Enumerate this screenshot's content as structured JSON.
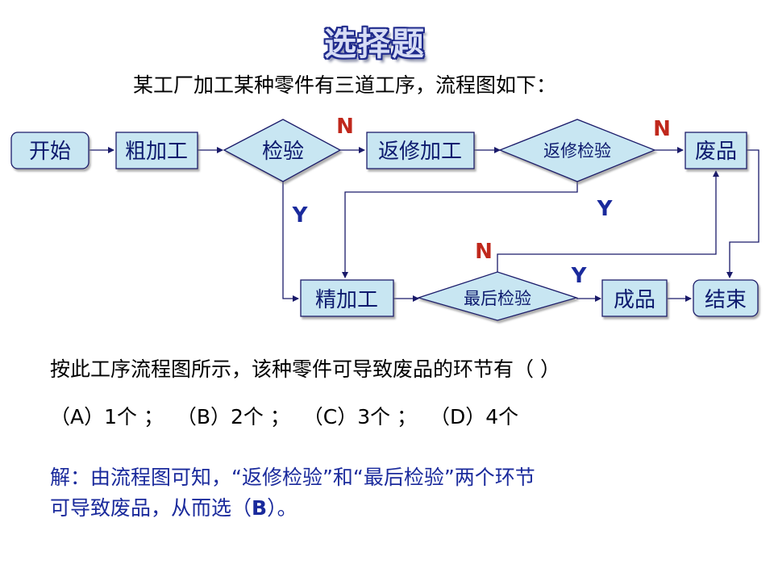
{
  "slide": {
    "title": "选择题",
    "subtitle": "某工厂加工某种零件有三道工序，流程图如下："
  },
  "flowchart": {
    "nodes": {
      "start": "开始",
      "rough": "粗加工",
      "inspect": "检验",
      "rework": "返修加工",
      "rework_inspect": "返修检验",
      "waste": "废品",
      "fine": "精加工",
      "final_inspect": "最后检验",
      "product": "成品",
      "end": "结束"
    },
    "labels": {
      "n1": "N",
      "n2": "N",
      "n3": "N",
      "y1": "Y",
      "y2": "Y",
      "y3": "Y"
    }
  },
  "question": {
    "text": "按此工序流程图所示，该种零件可导致废品的环节有（    ）",
    "options": "（A）1个 ；  （B）2个 ；  （C）3个 ；  （D）4个"
  },
  "answer": {
    "line1": "解：由流程图可知，“返修检验”和“最后检验”两个环节",
    "line2_prefix": "可导致废品，从而选（",
    "choice": "B",
    "line2_suffix": "）。"
  },
  "colors": {
    "box_fill": "#c8e6f2",
    "stroke": "#1a1a6a",
    "label_red": "#c0281c",
    "label_blue": "#1a2a9c",
    "answer_text": "#1a2a9c"
  }
}
